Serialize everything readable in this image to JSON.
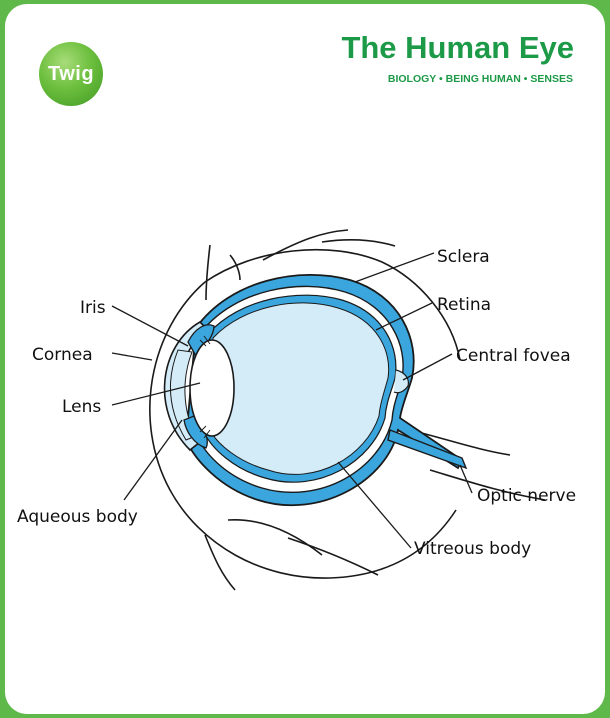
{
  "header": {
    "logo_text": "Twig",
    "title": "The Human Eye",
    "subtitle": "BIOLOGY • BEING HUMAN • SENSES"
  },
  "labels": {
    "sclera": "Sclera",
    "retina": "Retina",
    "central_fovea": "Central fovea",
    "optic_nerve": "Optic nerve",
    "vitreous_body": "Vitreous body",
    "iris": "Iris",
    "cornea": "Cornea",
    "lens": "Lens",
    "aqueous_body": "Aqueous body"
  },
  "colors": {
    "frame": "#5fb84a",
    "title": "#1d9a48",
    "eye_fill": "#d4ebf8",
    "retina_blue": "#3aa6dd",
    "outline": "#1a1a1a"
  }
}
